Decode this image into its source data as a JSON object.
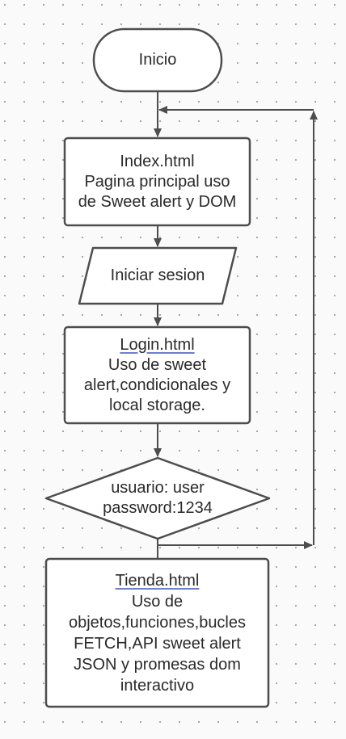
{
  "nodes": {
    "inicio": {
      "text": "Inicio"
    },
    "index": {
      "line1": "Index.html",
      "line2": "Pagina principal uso",
      "line3": "de Sweet alert y DOM"
    },
    "iniciar_sesion": {
      "text": "Iniciar sesion"
    },
    "login": {
      "line1": "Login.html",
      "line2": "Uso de sweet",
      "line3": "alert,condicionales y",
      "line4": "local storage."
    },
    "decision": {
      "line1": "usuario: user",
      "line2": "password:1234"
    },
    "tienda": {
      "line1": "Tienda.html",
      "line2": "Uso de",
      "line3": "objetos,funciones,bucles",
      "line4": "FETCH,API sweet alert",
      "line5": "JSON y promesas dom",
      "line6": "interactivo"
    }
  },
  "colors": {
    "stroke": "#4d4d4d",
    "fill": "#ffffff",
    "text": "#2a2a2a",
    "link_underline": "#6b7fd7",
    "grid_dot": "#9a9a9a"
  }
}
